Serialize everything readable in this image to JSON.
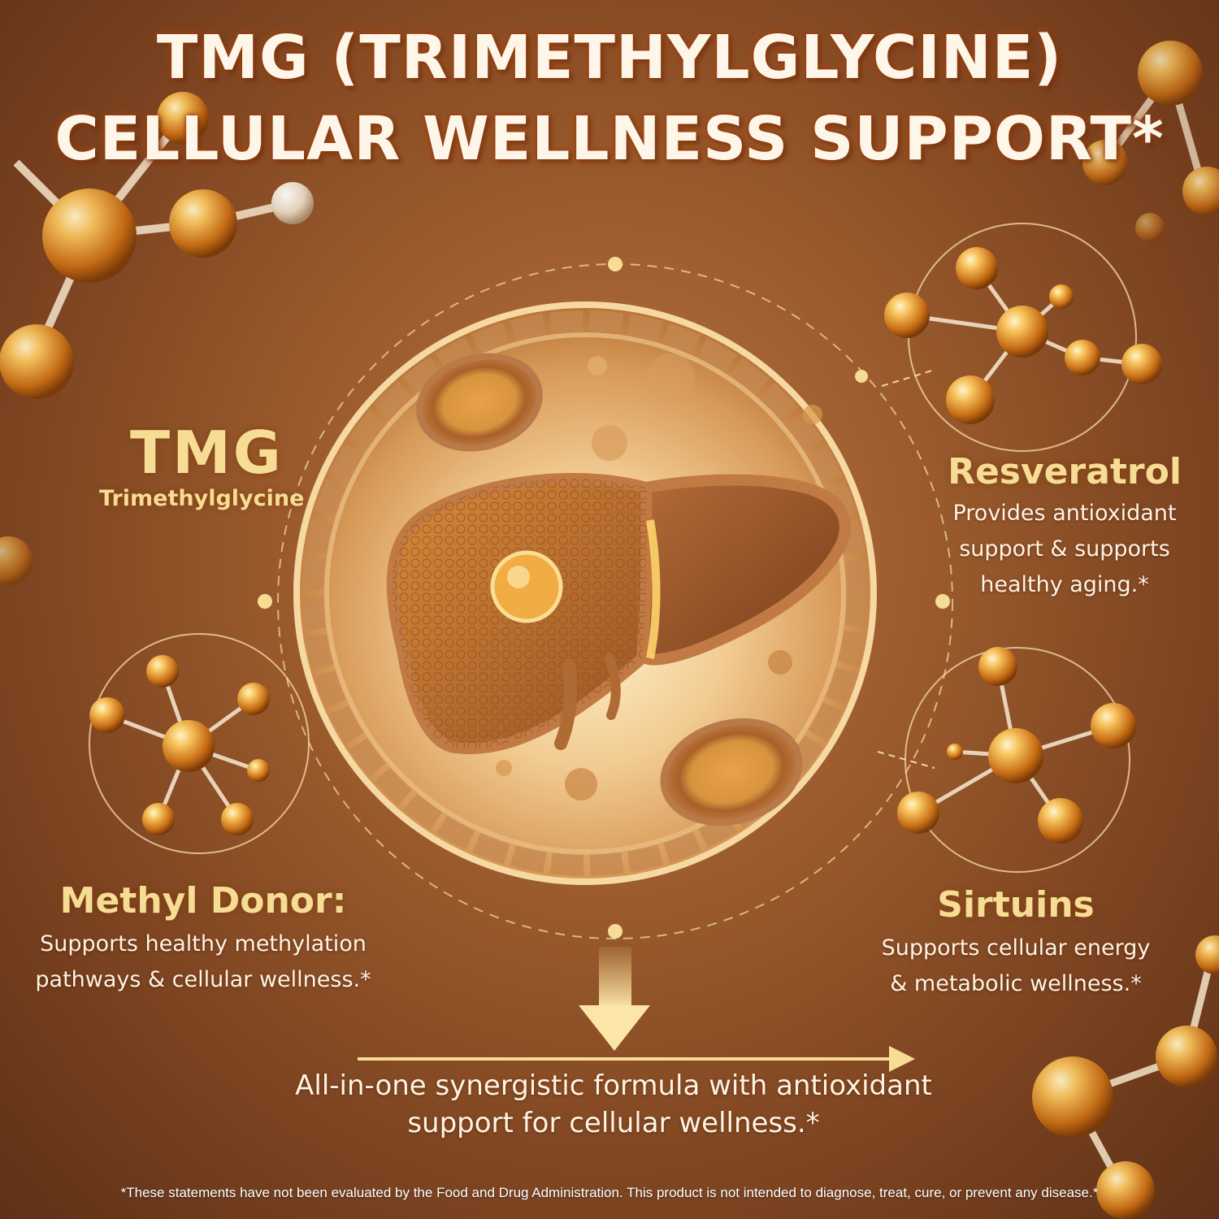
{
  "title": {
    "line1": "TMG (TRIMETHYLGLYCINE)",
    "line2": "CELLULAR WELLNESS SUPPORT*"
  },
  "tmg": {
    "heading": "TMG",
    "subheading": "Trimethylglycine"
  },
  "resveratrol": {
    "heading": "Resveratrol",
    "desc_line1": "Provides antioxidant",
    "desc_line2": "support & supports",
    "desc_line3": "healthy aging.*"
  },
  "methyl_donor": {
    "heading": "Methyl Donor:",
    "desc_line1": "Supports healthy methylation",
    "desc_line2": "pathways & cellular wellness.*"
  },
  "sirtuins": {
    "heading": "Sirtuins",
    "desc_line1": "Supports cellular energy",
    "desc_line2": "& metabolic wellness.*"
  },
  "formula": {
    "line1": "All-in-one synergistic formula with antioxidant",
    "line2": "support for cellular wellness.*"
  },
  "disclaimer": "*These statements have not been evaluated by the Food and Drug Administration. This product is not intended to diagnose, treat, cure, or prevent any disease.*",
  "colors": {
    "background": "#9a5a2c",
    "title_text": "#fff6ea",
    "heading_gold": "#f7dc94",
    "body_text": "#fff3e2",
    "molecule_amber": "#e89a2a"
  },
  "icons": [
    "molecule-icon",
    "liver-icon",
    "cell-icon",
    "arrow-down-icon",
    "arrow-right-icon"
  ]
}
